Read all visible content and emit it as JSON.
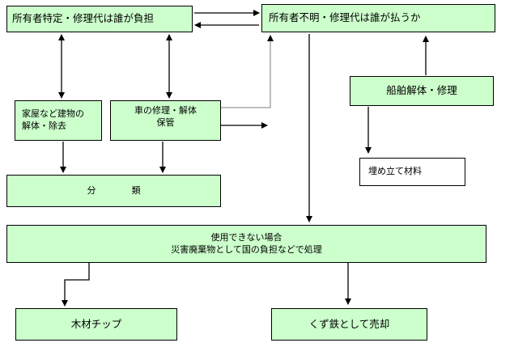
{
  "nodes": {
    "owner_known": "所有者特定・修理代は誰が負担",
    "owner_unknown": "所有者不明・修理代は誰が払うか",
    "house_demolition": "家屋など建物の\n解体・除去",
    "car_repair": "車の修理・解体\n保管",
    "ship_repair": "船舶解体・修理",
    "landfill": "埋め立て材料",
    "sorting": "分　　　　類",
    "disposal": "使用できない場合\n災害廃棄物として国の負担などで処理",
    "wood_chips": "木材チップ",
    "scrap_iron": "くず鉄として売却"
  },
  "colors": {
    "box_fill": "#ccffcc",
    "white_fill": "#ffffff",
    "line": "#000000",
    "gray_line": "#999999"
  }
}
